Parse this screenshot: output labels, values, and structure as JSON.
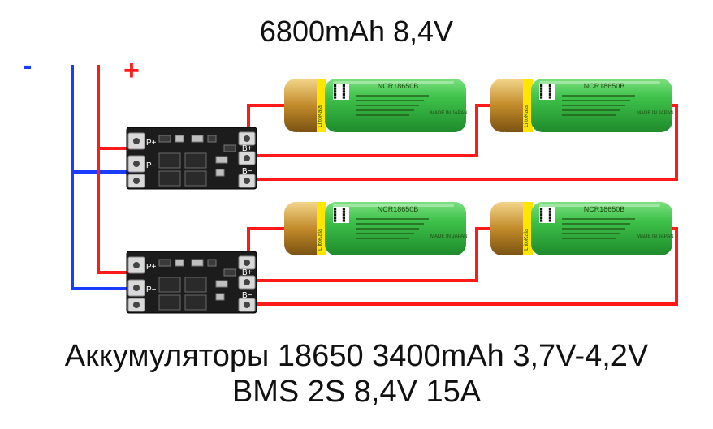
{
  "title": "6800mAh 8,4V",
  "caption_line1": "Аккумуляторы 18650 3400mAh 3,7V-4,2V",
  "caption_line2": "BMS 2S 8,4V 15A",
  "polarity": {
    "minus": "-",
    "plus": "+"
  },
  "bms_labels": {
    "p_plus": "P+",
    "p_minus": "P−",
    "b_plus": "B+",
    "b_minus": "B−"
  },
  "battery": {
    "model": "NCR18650B",
    "brand": "LiitoKala",
    "made_in": "MADE IN JAPAN"
  },
  "colors": {
    "positive_wire": "#ff1a1a",
    "negative_wire": "#1a3cff",
    "battery_body": "#3ec24a",
    "pcb": "#1c1c1c"
  }
}
